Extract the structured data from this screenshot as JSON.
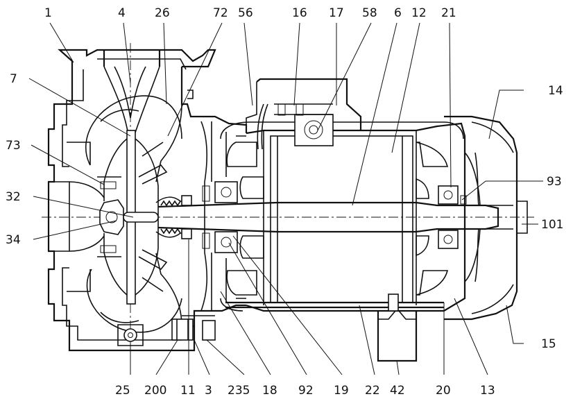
{
  "callouts_top": [
    "1",
    "4",
    "26",
    "72",
    "56",
    "16",
    "17",
    "58",
    "6",
    "12",
    "21"
  ],
  "callouts_left": [
    "7",
    "73",
    "32",
    "34"
  ],
  "callouts_right": [
    "14",
    "93",
    "101"
  ],
  "callouts_bottom": [
    "25",
    "200",
    "11",
    "3",
    "235",
    "18",
    "92",
    "19",
    "22",
    "42",
    "20",
    "13",
    "15"
  ]
}
